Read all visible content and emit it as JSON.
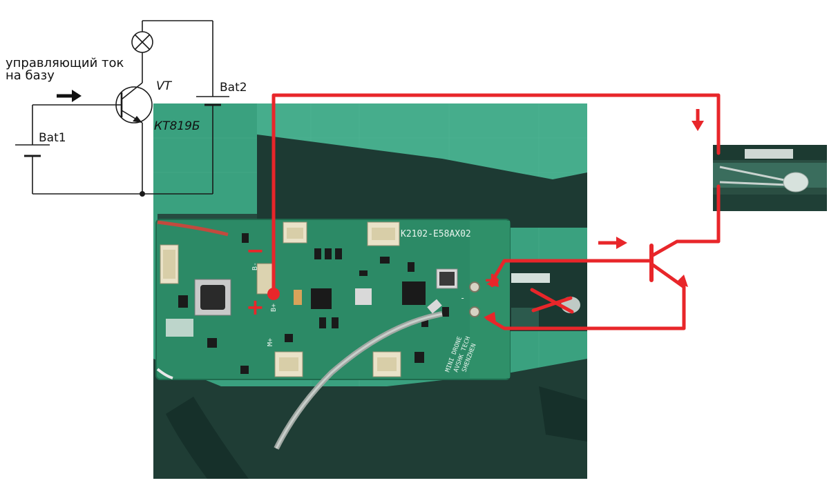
{
  "schematic": {
    "base_current_label_line1": "управляющий ток",
    "base_current_label_line2": "на базу",
    "transistor_label": "VT",
    "transistor_part": "КТ819Б",
    "battery1_label": "Bat1",
    "battery2_label": "Bat2"
  },
  "photo": {
    "board_id": "K2102-E58AX02",
    "silk_bminus": "B-",
    "silk_bplus": "B+",
    "silk_mplus": "M+",
    "silk_minus_pad": "-",
    "silk_brand_1": "MINI DRONE",
    "silk_brand_2": "AVSHK TECH",
    "silk_brand_3": "SHENZHEN"
  },
  "annotations": {
    "minus_label": "−",
    "plus_label": "+",
    "led_plus_label": "+"
  },
  "colors": {
    "wire_red": "#e8262a",
    "pcb_green": "#2c8a66",
    "photo_bg": "#3aa17f",
    "schematic_ink": "#1a1a1a"
  }
}
